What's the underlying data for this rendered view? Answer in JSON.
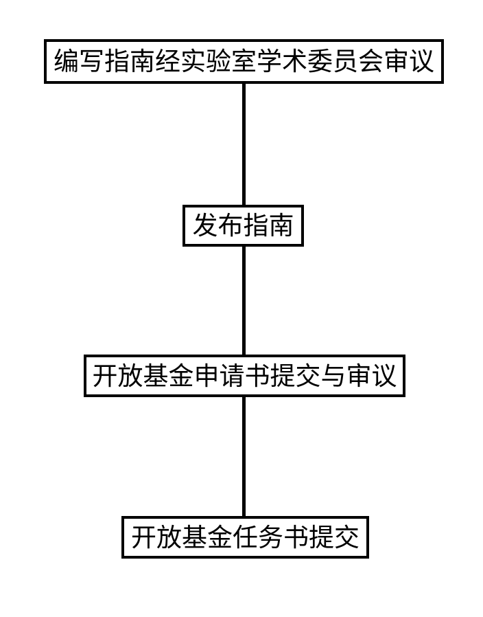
{
  "colors": {
    "background": "#ffffff",
    "node_border": "#000000",
    "node_fill": "#ffffff",
    "text": "#000000",
    "connector": "#000000"
  },
  "flowchart": {
    "direction": "top-down",
    "nodes": [
      {
        "id": "step-1",
        "label": "编写指南经实验室学术委员会审议"
      },
      {
        "id": "step-2",
        "label": "发布指南"
      },
      {
        "id": "step-3",
        "label": "开放基金申请书提交与审议"
      },
      {
        "id": "step-4",
        "label": "开放基金任务书提交"
      }
    ],
    "connections": [
      {
        "from": "step-1",
        "to": "step-2",
        "style": "plain-vertical-line"
      },
      {
        "from": "step-2",
        "to": "step-3",
        "style": "plain-vertical-line"
      },
      {
        "from": "step-3",
        "to": "step-4",
        "style": "plain-vertical-line"
      }
    ]
  }
}
